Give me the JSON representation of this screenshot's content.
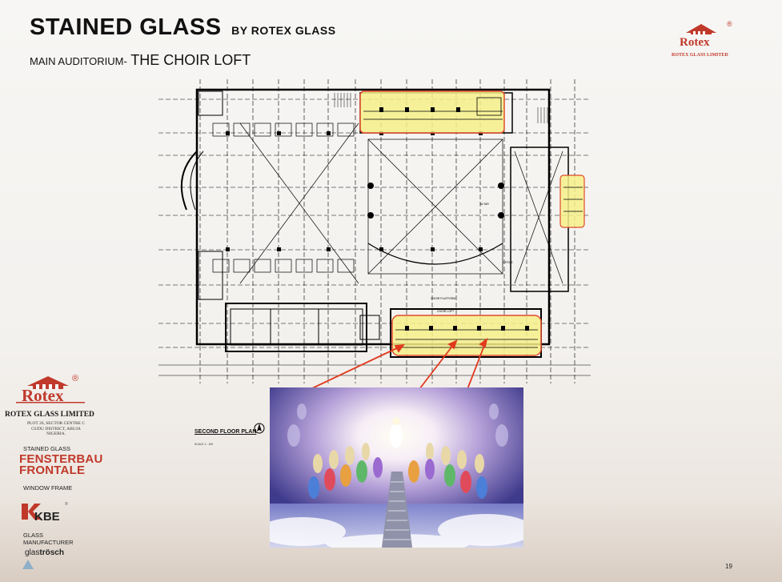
{
  "header": {
    "title": "STAINED GLASS",
    "title_suffix": "BY ROTEX GLASS",
    "subtitle_prefix": "MAIN AUDITORIUM-",
    "subtitle_main": "THE CHOIR LOFT"
  },
  "top_logo": {
    "brand": "Rotex",
    "registered": "®",
    "company": "ROTEX GLASS LIMITED"
  },
  "plan": {
    "caption": "SECOND FLOOR PLAN",
    "scale": "SCALE 1 : 100",
    "labels": {
      "choir_loft": "CHOIR LOFT",
      "choir_platform": "CHOIR PLATFORM",
      "office": "OFFICE",
      "altar": "ALTAR"
    },
    "highlight_color": "#f6f08a",
    "highlight_border": "#e04b2b",
    "arrow_color": "#e03a1e"
  },
  "sidebar": {
    "brand": "Rotex",
    "registered": "®",
    "company": "ROTEX GLASS LIMITED",
    "address": "PLOT 26, SECTOR CENTRE C GUDU DISTRICT, ABUJA NIGERIA.",
    "stained_glass_label": "STAINED GLASS",
    "fensterbau_line1": "FENSTERBAU",
    "fensterbau_line2": "FRONTALE",
    "window_frame_label": "WINDOW FRAME",
    "kbe": "KBE",
    "glass_label_1": "GLASS",
    "glass_label_2": "MANUFACTURER",
    "glastrosch_a": "glas",
    "glastrosch_b": "trösch"
  },
  "footer": {
    "page_number": "19"
  }
}
